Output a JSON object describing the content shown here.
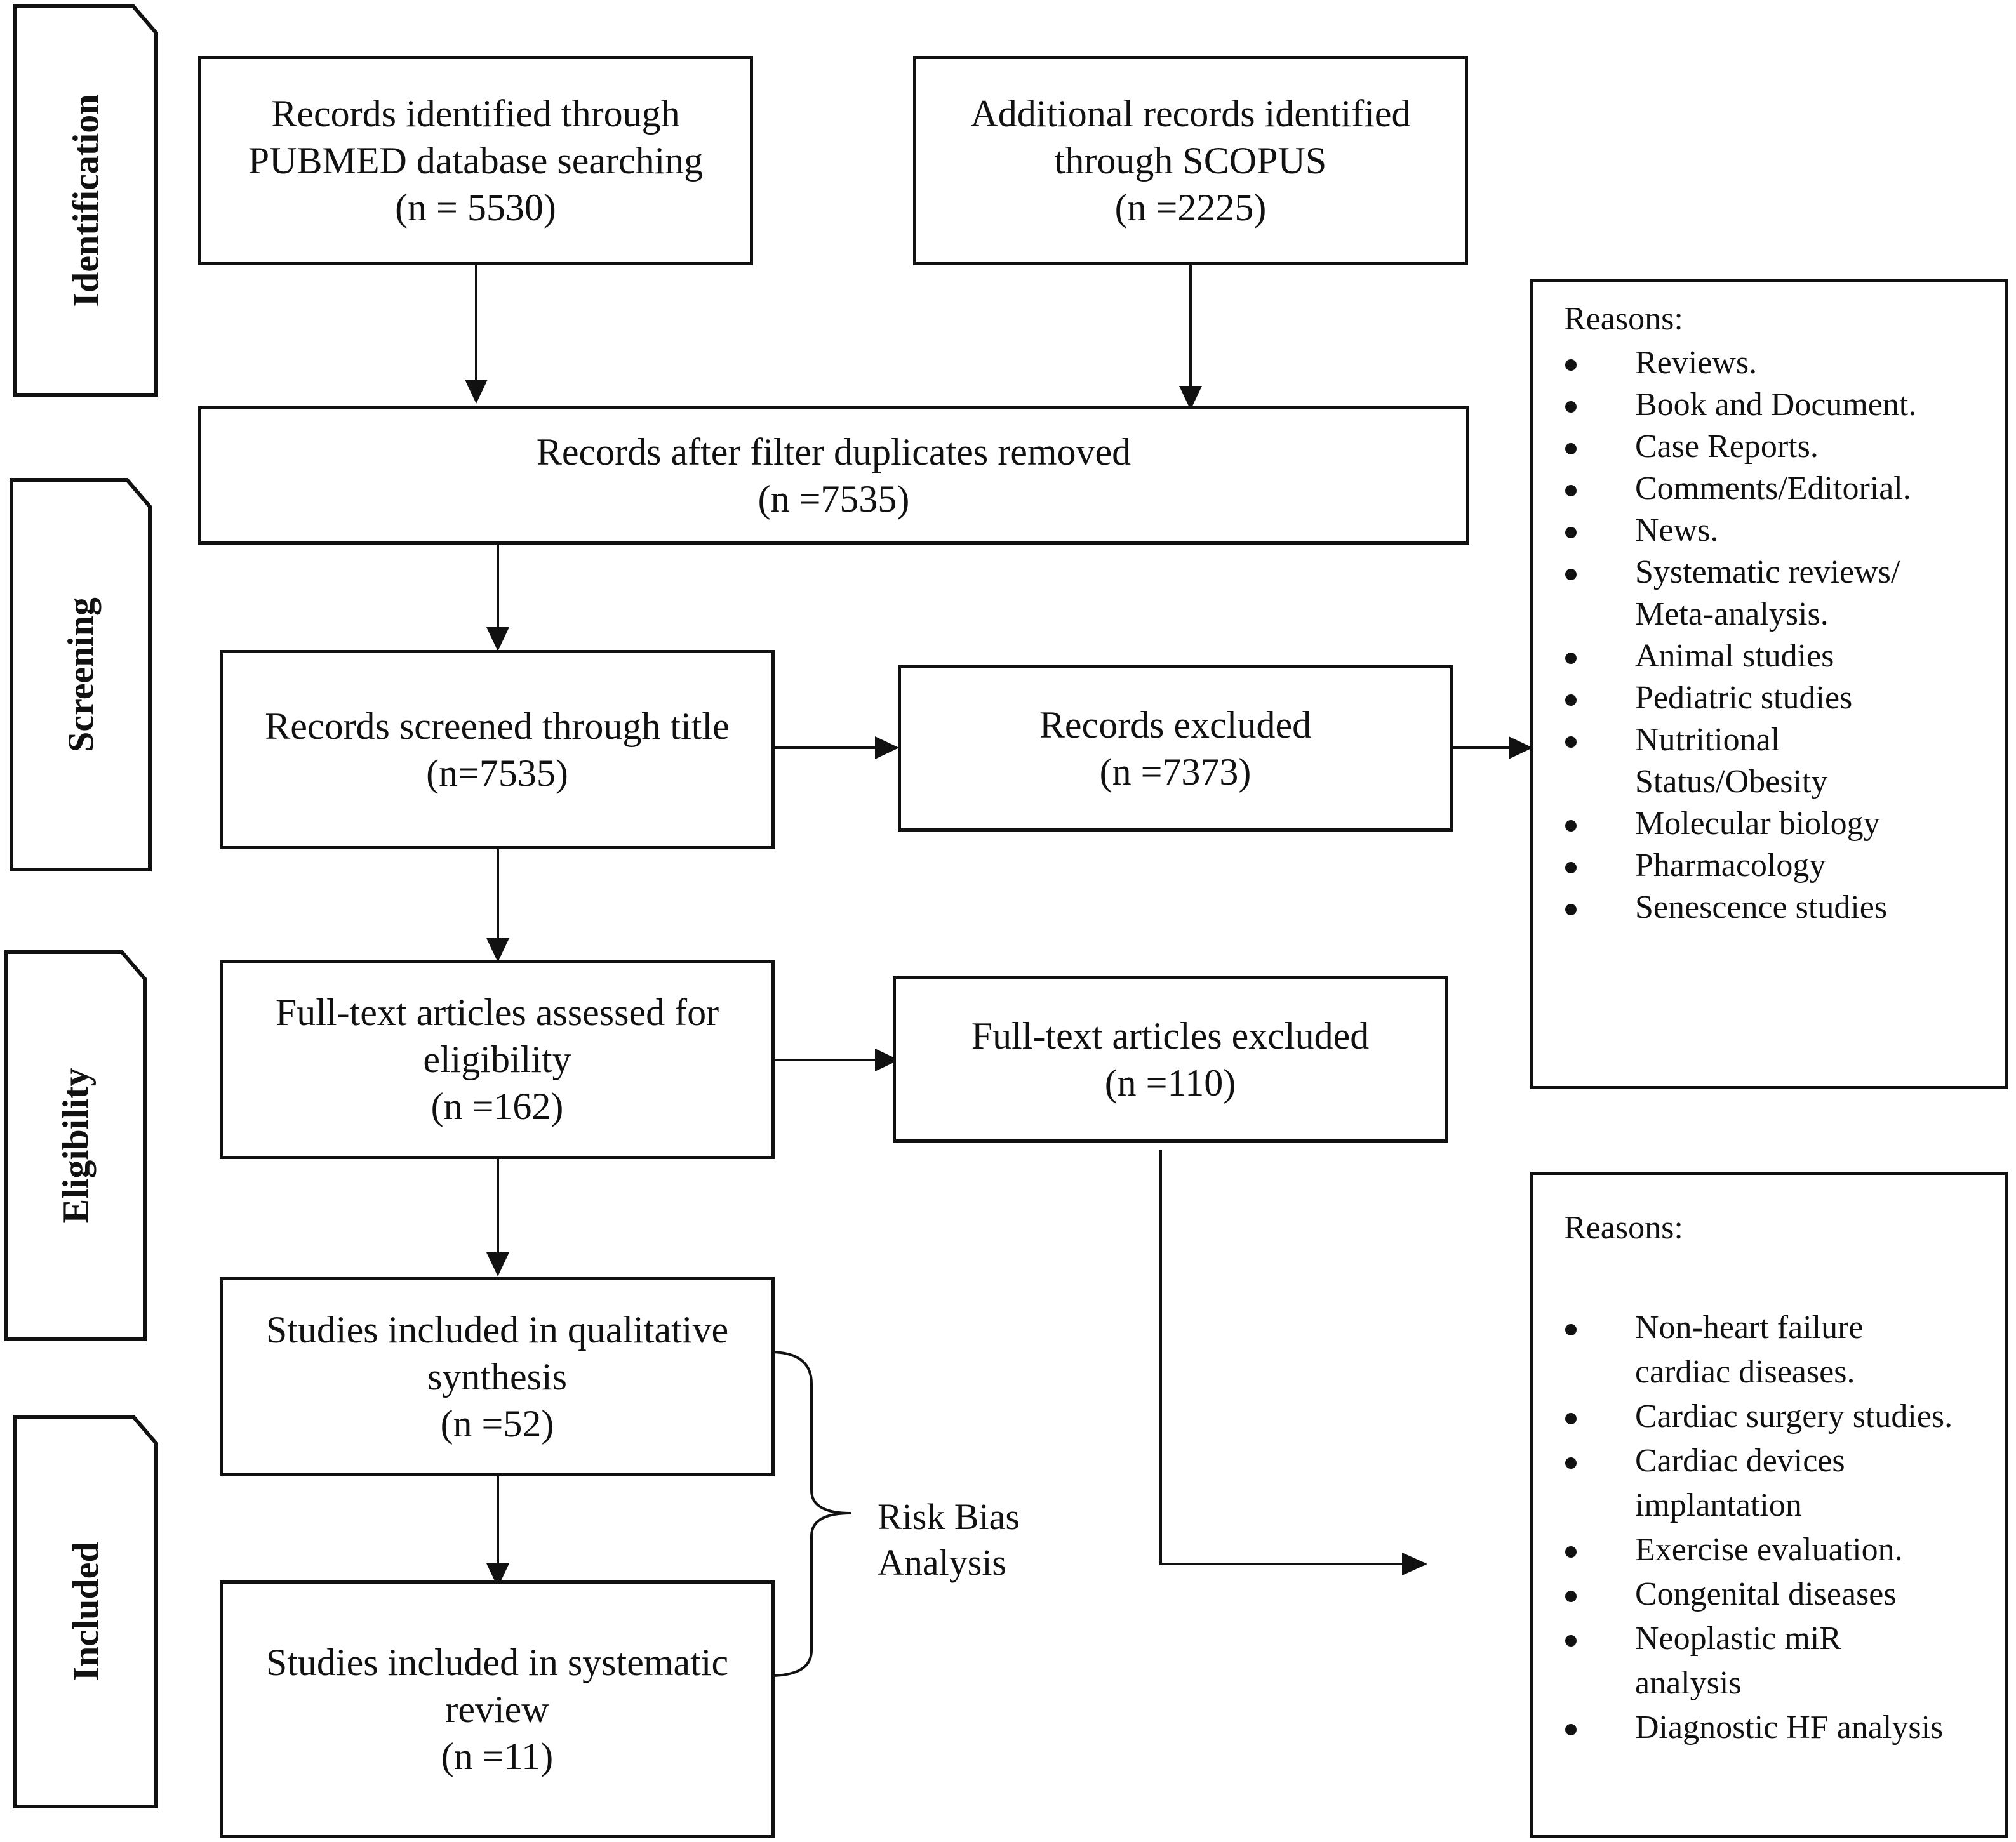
{
  "stages": {
    "identification": "Identification",
    "screening": "Screening",
    "eligibility": "Eligibility",
    "included": "Included"
  },
  "boxes": {
    "pubmed": "Records identified through\nPUBMED database searching\n(n = 5530)",
    "scopus": "Additional records identified\nthrough SCOPUS\n(n =2225)",
    "duplicates": "Records after filter duplicates removed\n(n =7535)",
    "screened": "Records screened through title\n(n=7535)",
    "excluded": "Records excluded\n(n =7373)",
    "fulltext": "Full-text articles assessed for\neligibility\n(n =162)",
    "fulltext_excluded": "Full-text articles excluded\n(n =110)",
    "qualitative": "Studies included in qualitative\nsynthesis\n(n =52)",
    "systematic": "Studies included in systematic\nreview\n(n =11)"
  },
  "risk_bias": "Risk Bias\nAnalysis",
  "reasons_screening": {
    "title": "Reasons:",
    "items": [
      "Reviews.",
      "Book and Document.",
      "Case Reports.",
      "Comments/Editorial.",
      "News.",
      "Systematic reviews/\nMeta-analysis.",
      "Animal studies",
      "Pediatric studies",
      "Nutritional\nStatus/Obesity",
      "Molecular biology",
      "Pharmacology",
      "Senescence studies"
    ]
  },
  "reasons_eligibility": {
    "title": "Reasons:",
    "items": [
      "Non-heart failure\ncardiac diseases.",
      "Cardiac surgery studies.",
      "Cardiac devices\nimplantation",
      "Exercise  evaluation.",
      "Congenital diseases",
      "Neoplastic miR\nanalysis",
      "Diagnostic HF analysis"
    ]
  }
}
